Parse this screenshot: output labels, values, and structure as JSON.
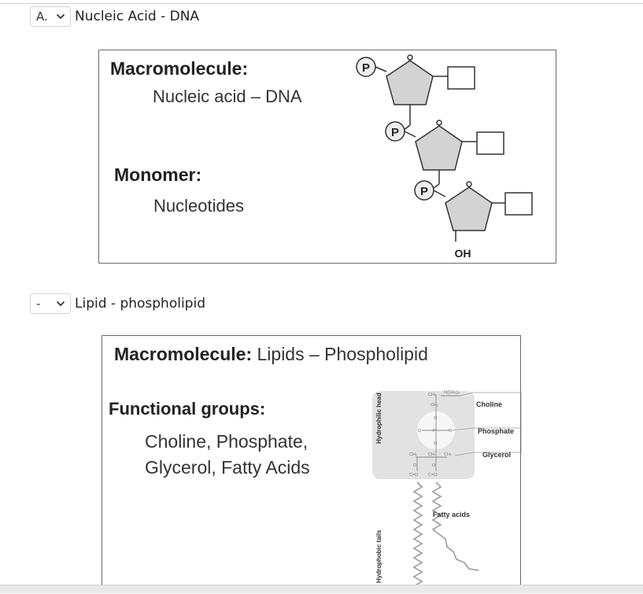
{
  "questions": [
    {
      "select_value": "A.",
      "label": "Nucleic Acid - DNA",
      "card": {
        "macro_heading": "Macromolecule:",
        "macro_value": "Nucleic acid – DNA",
        "monomer_heading": "Monomer:",
        "monomer_value": "Nucleotides",
        "phosphate_symbol": "P",
        "oh_label": "OH"
      }
    },
    {
      "select_value": "-",
      "label": "Lipid - phospholipid",
      "card": {
        "macro_heading": "Macromolecule:",
        "macro_value": "Lipids – Phospholipid",
        "groups_heading": "Functional groups:",
        "groups_line1": "Choline, Phosphate,",
        "groups_line2": "Glycerol, Fatty Acids",
        "diagram": {
          "hydrophilic": "Hydrophilic head",
          "hydrophobic": "Hydrophobic tails",
          "choline": "Choline",
          "phosphate": "Phosphate",
          "glycerol": "Glycerol",
          "fatty_acids": "Fatty acids"
        }
      }
    }
  ],
  "icons": {
    "dropdown": "chevron-down-icon"
  }
}
